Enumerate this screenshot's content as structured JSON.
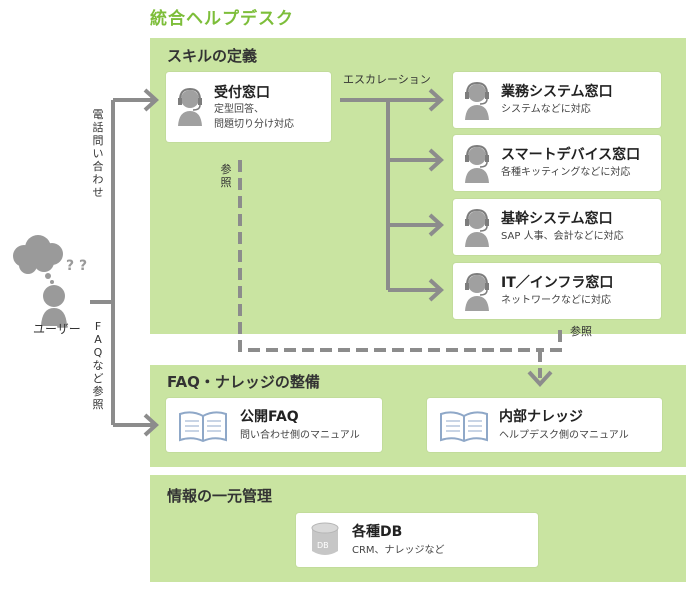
{
  "title": "統合ヘルプデスク",
  "sections": {
    "skill": {
      "title": "スキルの定義"
    },
    "faq": {
      "title": "FAQ・ナレッジの整備"
    },
    "info": {
      "title": "情報の一元管理"
    }
  },
  "cards": {
    "reception": {
      "title": "受付窓口",
      "line1": "定型回答、",
      "line2": "問題切り分け対応",
      "icon": "headset-person-icon"
    },
    "business": {
      "title": "業務システム窓口",
      "line1": "システムなどに対応",
      "icon": "headset-person-icon"
    },
    "smart": {
      "title": "スマートデバイス窓口",
      "line1": "各種キッティングなどに対応",
      "icon": "headset-person-icon"
    },
    "core": {
      "title": "基幹システム窓口",
      "line1": "SAP 人事、会計などに対応",
      "icon": "headset-person-icon"
    },
    "it": {
      "title": "IT／インフラ窓口",
      "line1": "ネットワークなどに対応",
      "icon": "headset-person-icon"
    },
    "public_faq": {
      "title": "公開FAQ",
      "line1": "問い合わせ側のマニュアル",
      "icon": "open-book-icon"
    },
    "internal": {
      "title": "内部ナレッジ",
      "line1": "ヘルプデスク側のマニュアル",
      "icon": "open-book-icon"
    },
    "db": {
      "title": "各種DB",
      "line1": "CRM、ナレッジなど",
      "icon": "database-icon",
      "icon_label": "DB"
    }
  },
  "labels": {
    "escalation": "エスカレーション",
    "reference1": "参照",
    "reference2": "参照",
    "phone": "電話問い合わせ",
    "faq_ref": "FAQなど参照",
    "user": "ユーザー",
    "question_marks": "? ?"
  },
  "colors": {
    "title_green": "#7dbe3a",
    "section_bg": "#c9e4a1",
    "arrow_gray": "#8c8c8c",
    "icon_gray": "#a0a0a0",
    "book_blue": "#8fa8c8"
  }
}
